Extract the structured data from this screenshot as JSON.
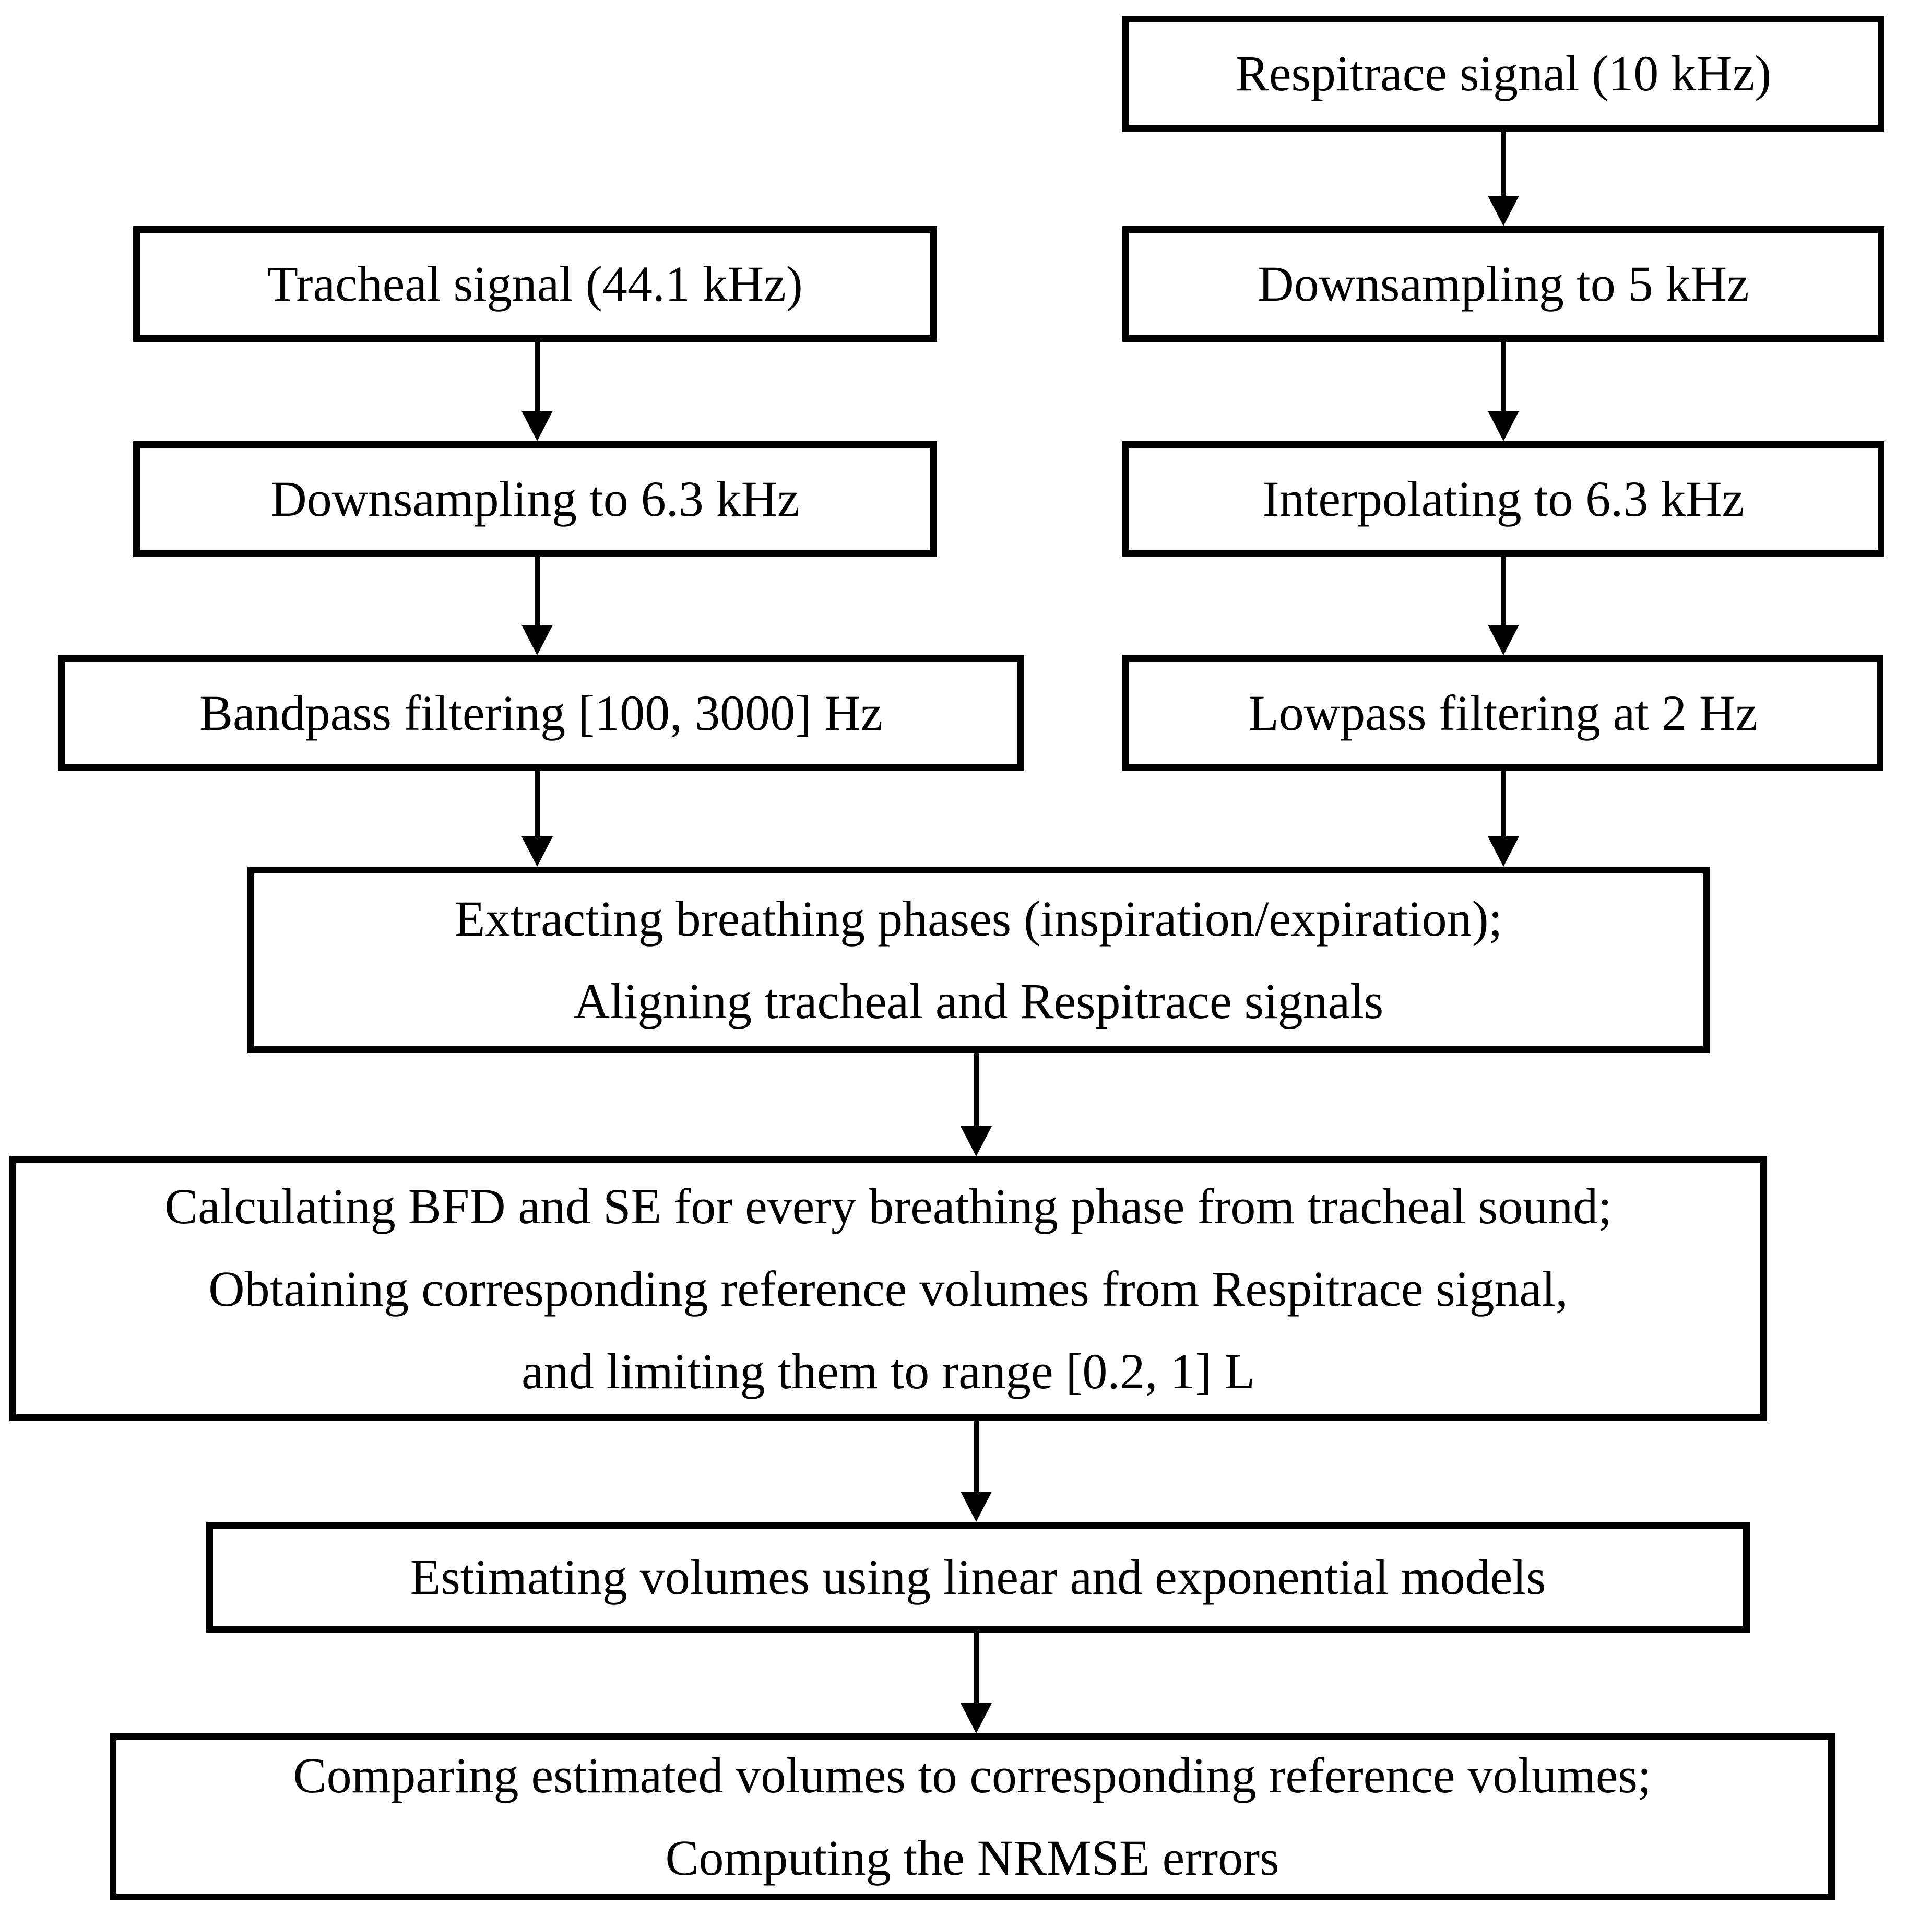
{
  "diagram": {
    "title": "Tracheal sound volume-estimation processing flowchart",
    "colors": {
      "background": "#ffffff",
      "box_fill": "#ffffff",
      "box_border": "#000000",
      "text": "#000000",
      "arrow": "#000000"
    },
    "nodes": {
      "respitrace": {
        "label": "Respitrace signal (10 kHz)"
      },
      "tracheal": {
        "label": "Tracheal signal (44.1 kHz)"
      },
      "downsample5": {
        "label": "Downsampling to 5 kHz"
      },
      "downsample63": {
        "label": "Downsampling to 6.3 kHz"
      },
      "interpolate63": {
        "label": "Interpolating to 6.3 kHz"
      },
      "bandpass": {
        "label": "Bandpass filtering [100, 3000] Hz"
      },
      "lowpass": {
        "label": "Lowpass filtering at 2 Hz"
      },
      "extract_align": {
        "lines": [
          "Extracting breathing phases (inspiration/expiration);",
          "Aligning tracheal and Respitrace signals"
        ]
      },
      "calculate_bfd_se": {
        "lines": [
          "Calculating BFD and SE for every breathing phase from tracheal sound;",
          "Obtaining corresponding reference volumes from Respitrace signal,",
          "and limiting them to range [0.2, 1] L"
        ]
      },
      "estimate_volumes": {
        "label": "Estimating volumes using linear and exponential models"
      },
      "compare_volumes": {
        "lines": [
          "Comparing estimated volumes to corresponding reference volumes;",
          "Computing the NRMSE errors"
        ]
      }
    },
    "edges": [
      {
        "from": "respitrace",
        "to": "downsample5"
      },
      {
        "from": "tracheal",
        "to": "downsample63"
      },
      {
        "from": "downsample5",
        "to": "interpolate63"
      },
      {
        "from": "downsample63",
        "to": "bandpass"
      },
      {
        "from": "interpolate63",
        "to": "lowpass"
      },
      {
        "from": "bandpass",
        "to": "extract_align"
      },
      {
        "from": "lowpass",
        "to": "extract_align"
      },
      {
        "from": "extract_align",
        "to": "calculate_bfd_se"
      },
      {
        "from": "calculate_bfd_se",
        "to": "estimate_volumes"
      },
      {
        "from": "estimate_volumes",
        "to": "compare_volumes"
      }
    ]
  }
}
